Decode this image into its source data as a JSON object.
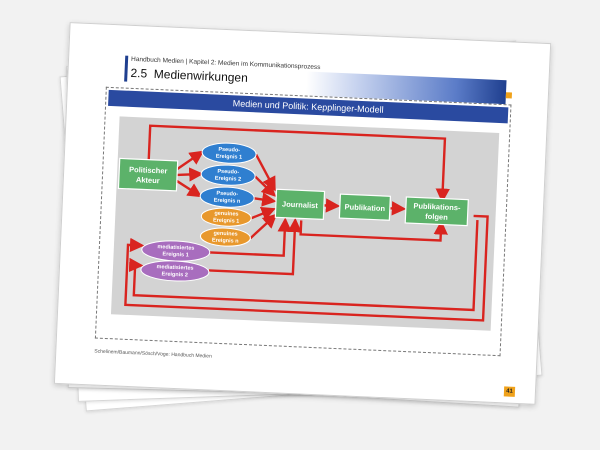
{
  "slide": {
    "breadcrumb": "Handbuch Medien | Kapitel 2: Medien im Kommunikationsprozess",
    "section_number": "2.5",
    "section_title": "Medienwirkungen",
    "footer": "Schelinem/Baumann/Sösch/Voge: Handbuch Medien",
    "page_number": "41"
  },
  "diagram": {
    "title": "Medien und Politik: Kepplinger-Modell",
    "nodes": {
      "akteur": [
        "Politischer",
        "Akteur"
      ],
      "pseudo1": [
        "Pseudo-",
        "Ereignis 1"
      ],
      "pseudo2": [
        "Pseudo-",
        "Ereignis 2"
      ],
      "pseudon": [
        "Pseudo-",
        "Ereignis n"
      ],
      "genuin1": [
        "genuines",
        "Ereignis 1"
      ],
      "genuinn": [
        "genuines",
        "Ereignis n"
      ],
      "medial1": [
        "mediatisiertes",
        "Ereignis 1"
      ],
      "medial2": [
        "mediatisiertes",
        "Ereignis 2"
      ],
      "journalist": [
        "Journalist"
      ],
      "publikation": [
        "Publikation"
      ],
      "folgen": [
        "Publikations-",
        "folgen"
      ]
    }
  },
  "colors": {
    "green": "#5cb26a",
    "blue": "#2f7fd0",
    "orange": "#e8982d",
    "purple": "#a86dbe",
    "arrow": "#d9241f",
    "panel": "#d3d3d3",
    "title_bar": "#2a4aa0"
  }
}
